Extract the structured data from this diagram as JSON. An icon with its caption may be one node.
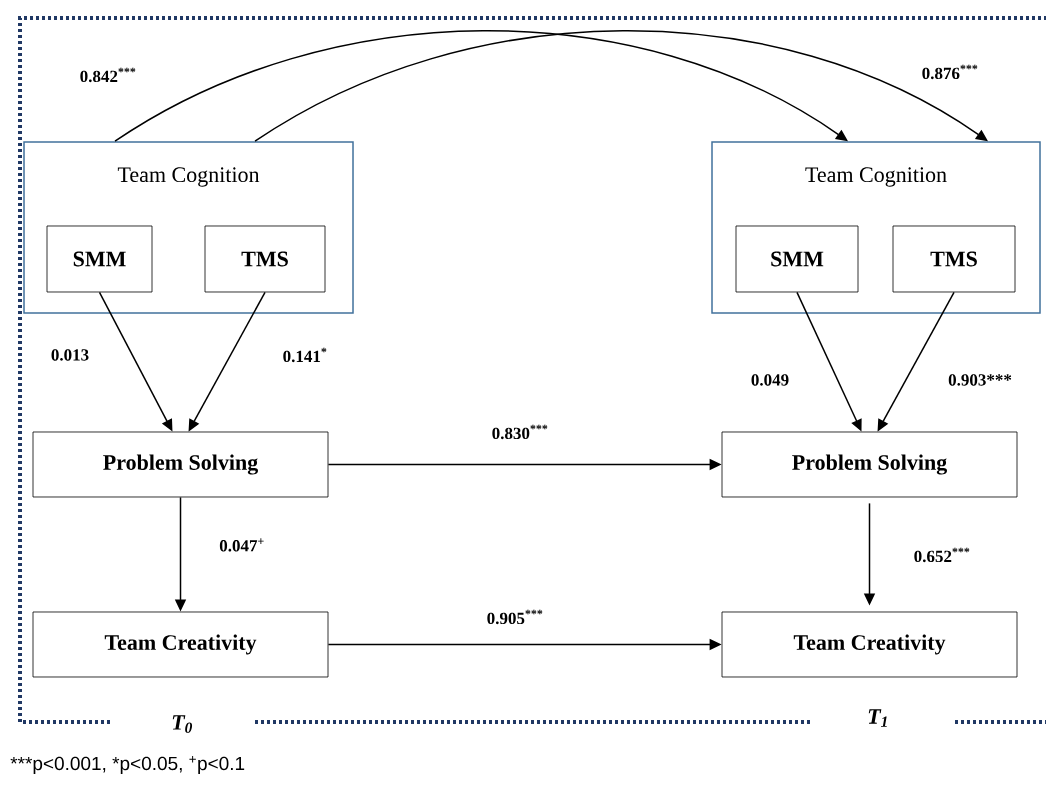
{
  "diagram": {
    "nodes": [
      {
        "text": [
          "Team Cognition"
        ]
      },
      {
        "text": [
          "SMM"
        ],
        "in": 0
      },
      {
        "text": [
          "TMS"
        ],
        "in": 0
      },
      {
        "text": [
          "Team Cognition"
        ]
      },
      {
        "text": [
          "SMM"
        ],
        "in": 3
      },
      {
        "text": [
          "TMS"
        ],
        "in": 3
      },
      {
        "text": [
          "Problem Solving"
        ]
      },
      {
        "text": [
          "Problem Solving"
        ]
      },
      {
        "text": [
          "Team Creativity"
        ]
      },
      {
        "text": [
          "Team Creativity"
        ]
      }
    ],
    "edges": [
      {
        "from": 0,
        "to": 3,
        "arrow": "to",
        "label": "0.842$^{***}$"
      },
      {
        "from": 0,
        "to": 3,
        "arrow": "to",
        "label": "0.876$^{***}$"
      },
      {
        "from": 1,
        "to": 6,
        "arrow": "to",
        "label": "0.013"
      },
      {
        "from": 2,
        "to": 6,
        "arrow": "to",
        "label": "0.141$^{*}$"
      },
      {
        "from": 4,
        "to": 7,
        "arrow": "to",
        "label": "0.049"
      },
      {
        "from": 5,
        "to": 7,
        "arrow": "to",
        "label": "0.903***"
      },
      {
        "from": 6,
        "to": 7,
        "arrow": "to",
        "label": "0.830$^{***}$"
      },
      {
        "from": 6,
        "to": 8,
        "arrow": "to",
        "label": "0.047$^{+}$"
      },
      {
        "from": 7,
        "to": 9,
        "arrow": "to",
        "label": "0.652$^{***}$"
      },
      {
        "from": 8,
        "to": 9,
        "arrow": "to",
        "label": "0.905$^{***}$"
      }
    ],
    "labels": [
      "T$_{0}$",
      "T$_{1}$"
    ],
    "caption": "***p<0.001, *p<0.05, $^{+}$p<0.1"
  }
}
